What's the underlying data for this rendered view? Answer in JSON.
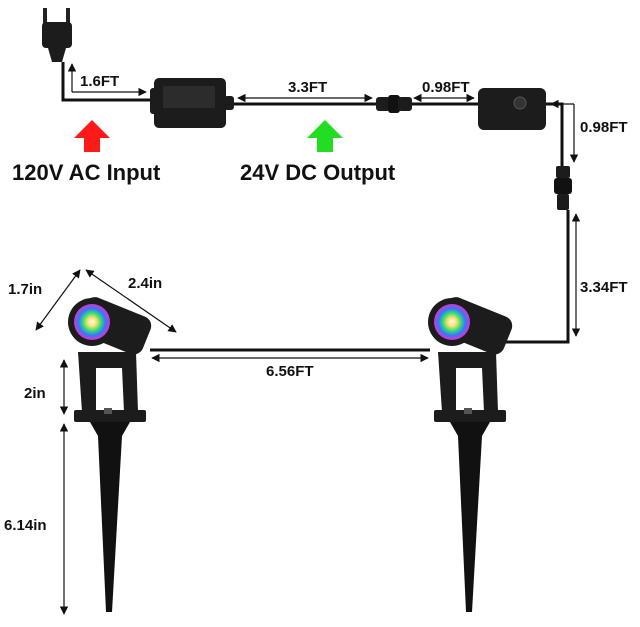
{
  "labels": {
    "plug_cord": "1.6FT",
    "adapter_to_connector": "3.3FT",
    "connector_to_controller": "0.98FT",
    "controller_drop": "0.98FT",
    "riser_to_light2": "3.34FT",
    "light_to_light": "6.56FT",
    "head_width": "1.7in",
    "head_length": "2.4in",
    "bracket_height": "2in",
    "stake_length": "6.14in",
    "input_text": "120V AC Input",
    "output_text": "24V DC Output"
  },
  "colors": {
    "input_arrow": "#ff1a1a",
    "output_arrow": "#22dd22",
    "device": "#1c1c1c",
    "cable": "#111111"
  },
  "icons": {
    "input": "arrow-up-icon",
    "output": "arrow-up-icon"
  }
}
